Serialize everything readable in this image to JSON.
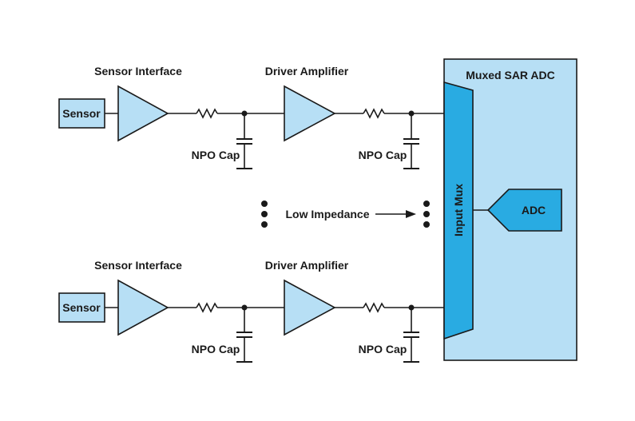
{
  "colors": {
    "block_fill": "#b7dff5",
    "mux_fill": "#29abe2",
    "adc_fill": "#29abe2",
    "stroke": "#1a1a1a"
  },
  "channels": [
    {
      "interface_label": "Sensor Interface",
      "sensor_label": "Sensor",
      "driver_label": "Driver Amplifier",
      "cap1_label": "NPO Cap",
      "cap2_label": "NPO Cap"
    },
    {
      "interface_label": "Sensor Interface",
      "sensor_label": "Sensor",
      "driver_label": "Driver Amplifier",
      "cap1_label": "NPO Cap",
      "cap2_label": "NPO Cap"
    }
  ],
  "adc_box": {
    "title": "Muxed SAR ADC",
    "mux_label": "Input Mux",
    "adc_label": "ADC"
  },
  "impedance_label": "Low Impedance",
  "icons": {
    "amplifier": "triangle-amplifier-icon",
    "resistor": "resistor-icon",
    "capacitor": "capacitor-icon",
    "ellipsis": "vertical-ellipsis-icon",
    "arrow": "arrow-right-icon"
  }
}
